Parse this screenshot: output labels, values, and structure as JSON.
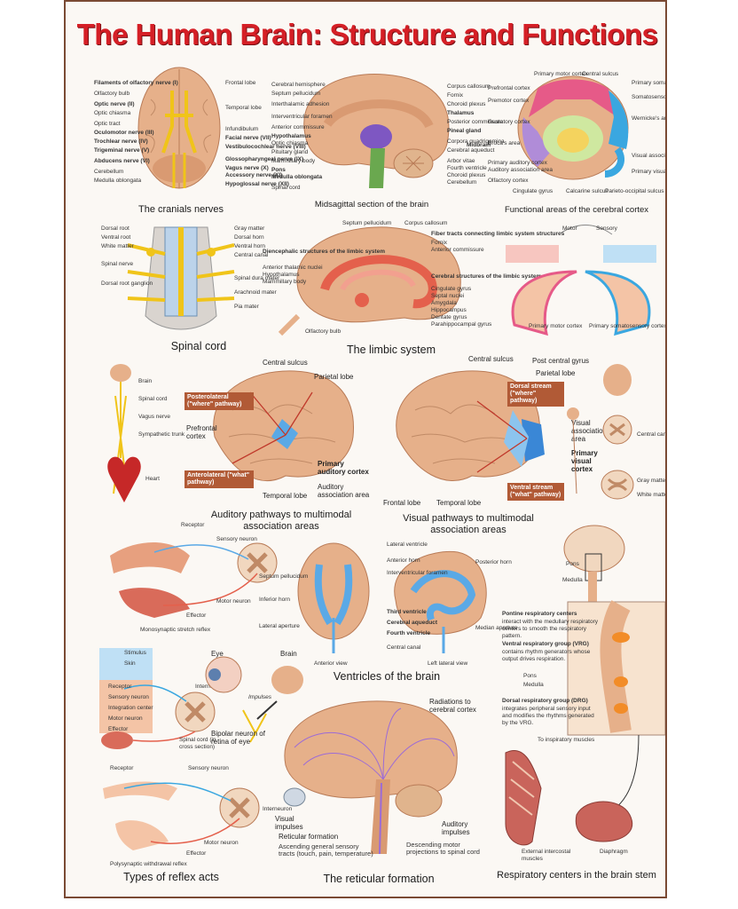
{
  "poster": {
    "title": "The Human Brain: Structure and Functions",
    "colors": {
      "title": "#d51f26",
      "border": "#7a4a34",
      "brain": "#e3a87a",
      "ventricle": "#5aa9e6",
      "limbic": "#e4604c",
      "cortex_motor": "#e65a88",
      "cortex_sensory": "#3aa7e0"
    }
  },
  "panels": {
    "cranial": {
      "caption": "The cranials nerves",
      "left_labels": [
        "Filaments of olfactory nerve (I)",
        "Olfactory bulb",
        "Optic nerve (II)",
        "Optic chiasma",
        "Optic tract",
        "Oculomotor nerve (III)",
        "Trochlear nerve (IV)",
        "Trigeminal nerve (V)",
        "Abducens nerve (VI)",
        "Cerebellum",
        "Medulla oblongata"
      ],
      "right_labels": [
        "Frontal lobe",
        "Temporal lobe",
        "Infundibulum",
        "Facial nerve (VII)",
        "Vestibulocochlear nerve (VIII)",
        "Glossopharyngeal nerve (IX)",
        "Vagus nerve (X)",
        "Accessory nerve (XI)",
        "Hypoglossal nerve (XII)"
      ]
    },
    "midsagittal": {
      "caption": "Midsagittal section of the brain",
      "left_labels": [
        "Cerebral hemisphere",
        "Septum pellucidum",
        "Interthalamic adhesion",
        "Interventricular foramen",
        "Anterior commissure",
        "Hypothalamus",
        "Optic chiasma",
        "Pituitary gland",
        "Mammillary body",
        "Pons",
        "Medulla oblongata",
        "Spinal cord"
      ],
      "right_labels": [
        "Corpus callosum",
        "Fornix",
        "Choroid plexus",
        "Thalamus",
        "Posterior commissure",
        "Pineal gland",
        "Corpora quadrigemina",
        "Cerebral aqueduct",
        "Midbrain",
        "Arbor vitae",
        "Fourth ventricle",
        "Choroid plexus",
        "Cerebellum"
      ]
    },
    "functional": {
      "caption": "Functional areas of the cerebral cortex",
      "labels": [
        "Primary motor cortex",
        "Central sulcus",
        "Primary somatosensory cortex",
        "Premotor cortex",
        "Somatosensory association cortex",
        "Wernicke's area",
        "Broca's area",
        "Visual association area",
        "Primary visual cortex",
        "Olfactory cortex",
        "Primary auditory cortex",
        "Auditory association area",
        "Prefrontal cortex",
        "Gustatory cortex",
        "Cingulate gyrus",
        "Calcarine sulcus",
        "Parieto-occipital sulcus"
      ]
    },
    "spinal": {
      "caption": "Spinal cord",
      "labels": [
        "Dorsal root",
        "Ventral root",
        "Spinal nerve",
        "White matter",
        "Gray matter",
        "Dorsal horn",
        "Ventral horn",
        "Central canal",
        "Spinal dura mater",
        "Arachnoid mater",
        "Pia mater",
        "Dorsal root ganglion"
      ]
    },
    "limbic": {
      "caption": "The limbic system",
      "labels": [
        "Septum pellucidum",
        "Corpus callosum",
        "Diencephalic structures of the limbic system",
        "Anterior thalamic nuclei",
        "Hypothalamus",
        "Mammillary body",
        "Fiber tracts connecting limbic system structures",
        "Fornix",
        "Anterior commissure",
        "Cerebral structures of the limbic system",
        "Cingulate gyrus",
        "Septal nuclei",
        "Amygdala",
        "Hippocampus",
        "Dentate gyrus",
        "Parahippocampal gyrus",
        "Olfactory bulb"
      ]
    },
    "homunculus": {
      "labels": [
        "Motor",
        "Sensory",
        "Primary motor cortex",
        "Primary somatosensory cortex"
      ]
    },
    "auditory": {
      "caption": "Auditory pathways to multimodal association areas",
      "labels": {
        "central_sulcus": "Central sulcus",
        "parietal": "Parietal lobe",
        "prefrontal": "Prefrontal cortex",
        "primary_auditory": "Primary auditory cortex",
        "auditory_assoc": "Auditory association area",
        "temporal": "Temporal lobe"
      },
      "tags": {
        "posterolateral": "Posterolateral (\"where\" pathway)",
        "anterolateral": "Anterolateral (\"what\" pathway)"
      }
    },
    "visual": {
      "caption": "Visual pathways to multimodal association areas",
      "labels": {
        "central_sulcus": "Central sulcus",
        "postcentral": "Post central gyrus",
        "parietal": "Parietal lobe",
        "visual_assoc": "Visual association area",
        "primary_visual": "Primary visual cortex",
        "frontal": "Frontal lobe",
        "temporal": "Temporal lobe"
      },
      "tags": {
        "dorsal": "Dorsal stream (\"where\" pathway)",
        "ventral": "Ventral stream (\"what\" pathway)"
      }
    },
    "ventricles": {
      "caption": "Ventricles of the brain",
      "labels": [
        "Lateral ventricle",
        "Anterior horn",
        "Septum pellucidum",
        "Interventricular foramen",
        "Inferior horn",
        "Third ventricle",
        "Cerebral aqueduct",
        "Fourth ventricle",
        "Lateral aperture",
        "Central canal",
        "Posterior horn",
        "Median aperture"
      ],
      "views": [
        "Anterior view",
        "Left lateral view"
      ]
    },
    "reticular": {
      "caption": "The reticular formation",
      "labels": {
        "radiations": "Radiations to cerebral cortex",
        "visual": "Visual impulses",
        "auditory": "Auditory impulses",
        "reticular": "Reticular formation",
        "ascending": "Ascending general sensory tracts (touch, pain, temperature)",
        "descending": "Descending motor projections to spinal cord"
      }
    },
    "reflex": {
      "caption": "Types of reflex acts",
      "steps": [
        "Receptor",
        "Sensory neuron",
        "Integration center",
        "Motor neuron",
        "Effector"
      ],
      "labels": [
        "Stimulus",
        "Skin",
        "Interneuron",
        "Spinal cord (in cross section)",
        "Monosynaptic stretch reflex",
        "Polysynaptic withdrawal reflex"
      ]
    },
    "eye": {
      "labels": {
        "eye": "Eye",
        "brain": "Brain",
        "impulses": "Impulses",
        "bipolar": "Bipolar neuron of retina of eye"
      }
    },
    "respiratory": {
      "caption": "Respiratory centers in the brain stem",
      "labels": {
        "pons": "Pons",
        "medulla": "Medulla",
        "pons2": "Pons",
        "medulla2": "Medulla",
        "to_muscles": "To inspiratory muscles",
        "external": "External intercostal muscles",
        "diaphragm": "Diaphragm"
      },
      "blocks": [
        {
          "title": "Pontine respiratory centers",
          "text": "interact with the medullary respiratory centers to smooth the respiratory pattern."
        },
        {
          "title": "Ventral respiratory group (VRG)",
          "text": "contains rhythm generators whose output drives respiration."
        },
        {
          "title": "Dorsal respiratory group (DRG)",
          "text": "integrates peripheral sensory input and modifies the rhythms generated by the VRG."
        }
      ]
    },
    "neuron_side": {
      "labels": [
        "Brain",
        "Spinal cord",
        "Heart",
        "Vagus nerve",
        "Sympathetic trunk",
        "Central canal",
        "Gray matter",
        "White matter"
      ]
    }
  }
}
